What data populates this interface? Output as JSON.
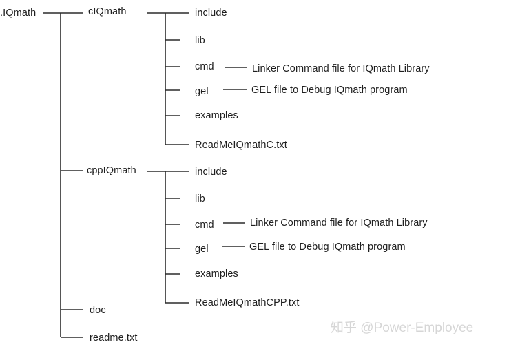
{
  "tree": {
    "root": ".IQmath",
    "branches": [
      {
        "name": "cIQmath",
        "children": [
          {
            "name": "include"
          },
          {
            "name": "lib"
          },
          {
            "name": "cmd",
            "note": "Linker Command file for IQmath Library"
          },
          {
            "name": "gel",
            "note": "GEL file to Debug IQmath program"
          },
          {
            "name": "examples"
          },
          {
            "name": "ReadMeIQmathC.txt"
          }
        ]
      },
      {
        "name": "cppIQmath",
        "children": [
          {
            "name": "include"
          },
          {
            "name": "lib"
          },
          {
            "name": "cmd",
            "note": "Linker Command file for IQmath Library"
          },
          {
            "name": "gel",
            "note": "GEL file to Debug IQmath program"
          },
          {
            "name": "examples"
          },
          {
            "name": "ReadMeIQmathCPP.txt"
          }
        ]
      },
      {
        "name": "doc"
      },
      {
        "name": "readme.txt"
      }
    ]
  },
  "watermark": "知乎 @Power-Employee",
  "colors": {
    "line": "#2b2b2b",
    "text": "#1e1e1e",
    "watermark": "#d6d6d6"
  }
}
